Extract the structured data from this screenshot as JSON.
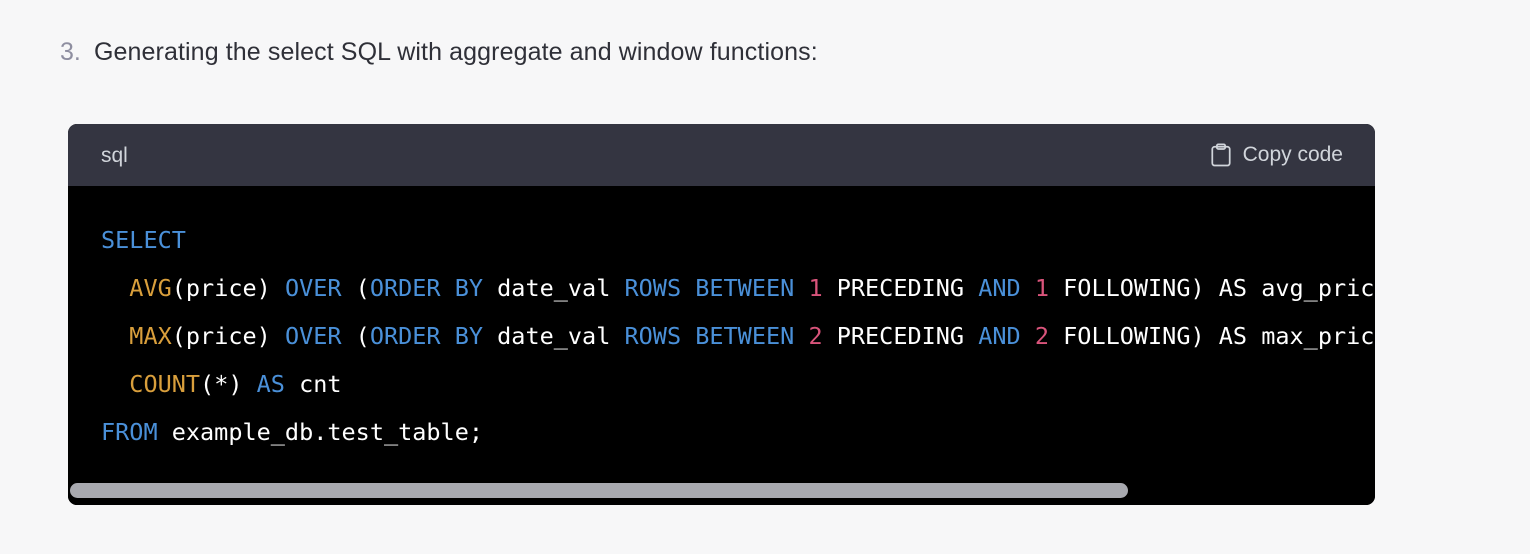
{
  "heading": {
    "marker": "3.",
    "text": "Generating the select SQL with aggregate and window functions:"
  },
  "code_block": {
    "language_label": "sql",
    "copy_label": "Copy code",
    "copy_icon": "clipboard-icon",
    "colors": {
      "page_background": "#f7f7f8",
      "header_background": "#343541",
      "body_background": "#000000",
      "keyword": "#4a90d9",
      "function": "#d99f3c",
      "number": "#d9547b",
      "identifier": "#ffffff",
      "marker": "#8e8ea0",
      "heading_text": "#2f3038",
      "scrollbar_thumb": "#a8a9af"
    },
    "lines": [
      [
        {
          "t": "SELECT",
          "c": "kw"
        }
      ],
      [
        {
          "t": "  ",
          "c": "id"
        },
        {
          "t": "AVG",
          "c": "fn"
        },
        {
          "t": "(price) ",
          "c": "id"
        },
        {
          "t": "OVER",
          "c": "kw"
        },
        {
          "t": " (",
          "c": "id"
        },
        {
          "t": "ORDER BY",
          "c": "kw"
        },
        {
          "t": " date_val ",
          "c": "id"
        },
        {
          "t": "ROWS BETWEEN",
          "c": "kw"
        },
        {
          "t": " ",
          "c": "id"
        },
        {
          "t": "1",
          "c": "num"
        },
        {
          "t": " PRECEDING ",
          "c": "id"
        },
        {
          "t": "AND",
          "c": "kw"
        },
        {
          "t": " ",
          "c": "id"
        },
        {
          "t": "1",
          "c": "num"
        },
        {
          "t": " FOLLOWING) AS avg_price,",
          "c": "id"
        }
      ],
      [
        {
          "t": "  ",
          "c": "id"
        },
        {
          "t": "MAX",
          "c": "fn"
        },
        {
          "t": "(price) ",
          "c": "id"
        },
        {
          "t": "OVER",
          "c": "kw"
        },
        {
          "t": " (",
          "c": "id"
        },
        {
          "t": "ORDER BY",
          "c": "kw"
        },
        {
          "t": " date_val ",
          "c": "id"
        },
        {
          "t": "ROWS BETWEEN",
          "c": "kw"
        },
        {
          "t": " ",
          "c": "id"
        },
        {
          "t": "2",
          "c": "num"
        },
        {
          "t": " PRECEDING ",
          "c": "id"
        },
        {
          "t": "AND",
          "c": "kw"
        },
        {
          "t": " ",
          "c": "id"
        },
        {
          "t": "2",
          "c": "num"
        },
        {
          "t": " FOLLOWING) AS max_price,",
          "c": "id"
        }
      ],
      [
        {
          "t": "  ",
          "c": "id"
        },
        {
          "t": "COUNT",
          "c": "fn"
        },
        {
          "t": "(*) ",
          "c": "id"
        },
        {
          "t": "AS",
          "c": "kw"
        },
        {
          "t": " cnt",
          "c": "id"
        }
      ],
      [
        {
          "t": "FROM",
          "c": "kw"
        },
        {
          "t": " example_db.test_table;",
          "c": "id"
        }
      ]
    ]
  }
}
